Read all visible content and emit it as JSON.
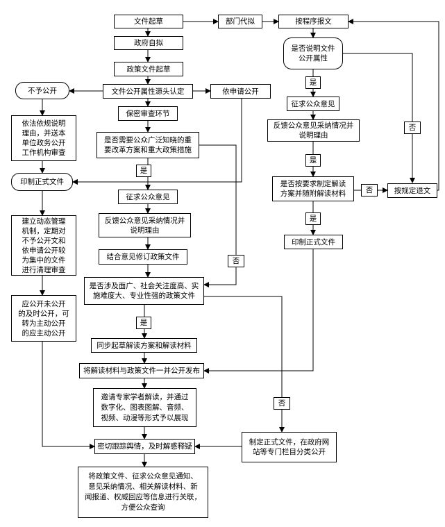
{
  "nodes": {
    "wenjian_qicao": "文件起草",
    "bumen_daini": "部门代拟",
    "an_chengxu_baowen": "按程序报文",
    "zhengfu_zini": "政府自拟",
    "shifou_shuoming_gongkai": "是否说明文件\n公开属性",
    "zhengce_wenjian_qicao": "政策文件起草",
    "bu_yu_gongkai": "不予公开",
    "gongkai_shuxing_rending": "文件公开属性源头认定",
    "yi_shenqing_gongkai": "依申请公开",
    "shi_1": "是",
    "zhengqiu_yijian_r": "征求公众意见",
    "yifa_yigui": "依法依规说明\n理由，并送本\n单位政务公开\n工作机构审查",
    "baomi_shencha": "保密审查环节",
    "fankui_r": "反馈公众意见采纳情况并\n说明理由",
    "fou_1": "否",
    "shifou_zhiguang": "是否需要公众广泛知晓的重\n要改革方案和重大政策措施",
    "shi_2": "是",
    "shi_3": "是",
    "yinzhi_l": "印制正式文件",
    "shifou_anyaoqiu": "是否按要求制定解读\n方案并随附解读材料",
    "fou_2": "否",
    "an_guiding_tuiwen": "按规定退文",
    "zhengqiu_yijian_m": "征求公众意见",
    "shi_4": "是",
    "jianli_dongtai": "建立动态管理\n机制，定期对\n不予公开文和\n依申请公开较\n为集中的文件\n进行清理审查",
    "fankui_m": "反馈公众意见采纳情况并\n说明理由",
    "yinzhi_r": "印制正式文件",
    "jiehe_xiuding": "结合意见修订政策文件",
    "fou_3": "否",
    "shifou_sheji": "是否涉及面广、社会关注度高、实\n施难度大、专业性强的政策文件",
    "ying_gongkai": "应公开未公开\n的及时公开，可\n转为主动公开\n的应主动公开",
    "shi_5": "是",
    "tongbu_qicao": "同步起草解读方案和解读材料",
    "jiang_jiedu_fabu": "将解读材料与政策文件一并公开发布",
    "yaoqing_zhuanjia": "邀请专家学者解读，并通过\n数字化、图表图解、音频、\n视频、动漫等形式予以展现",
    "fou_4": "否",
    "mieqie_genzong": "密切跟踪舆情，及时解惑释疑",
    "zhiding_zhengshi": "制定正式文件，在政府网\n站等专门栏目分类公开",
    "jiang_zhengce_guanlian": "将政策文件、征求公众意见通知、\n意见采纳情况、相关解读材料、新\n闻报道、权威回应等信息进行关联，\n方便公众查询"
  }
}
